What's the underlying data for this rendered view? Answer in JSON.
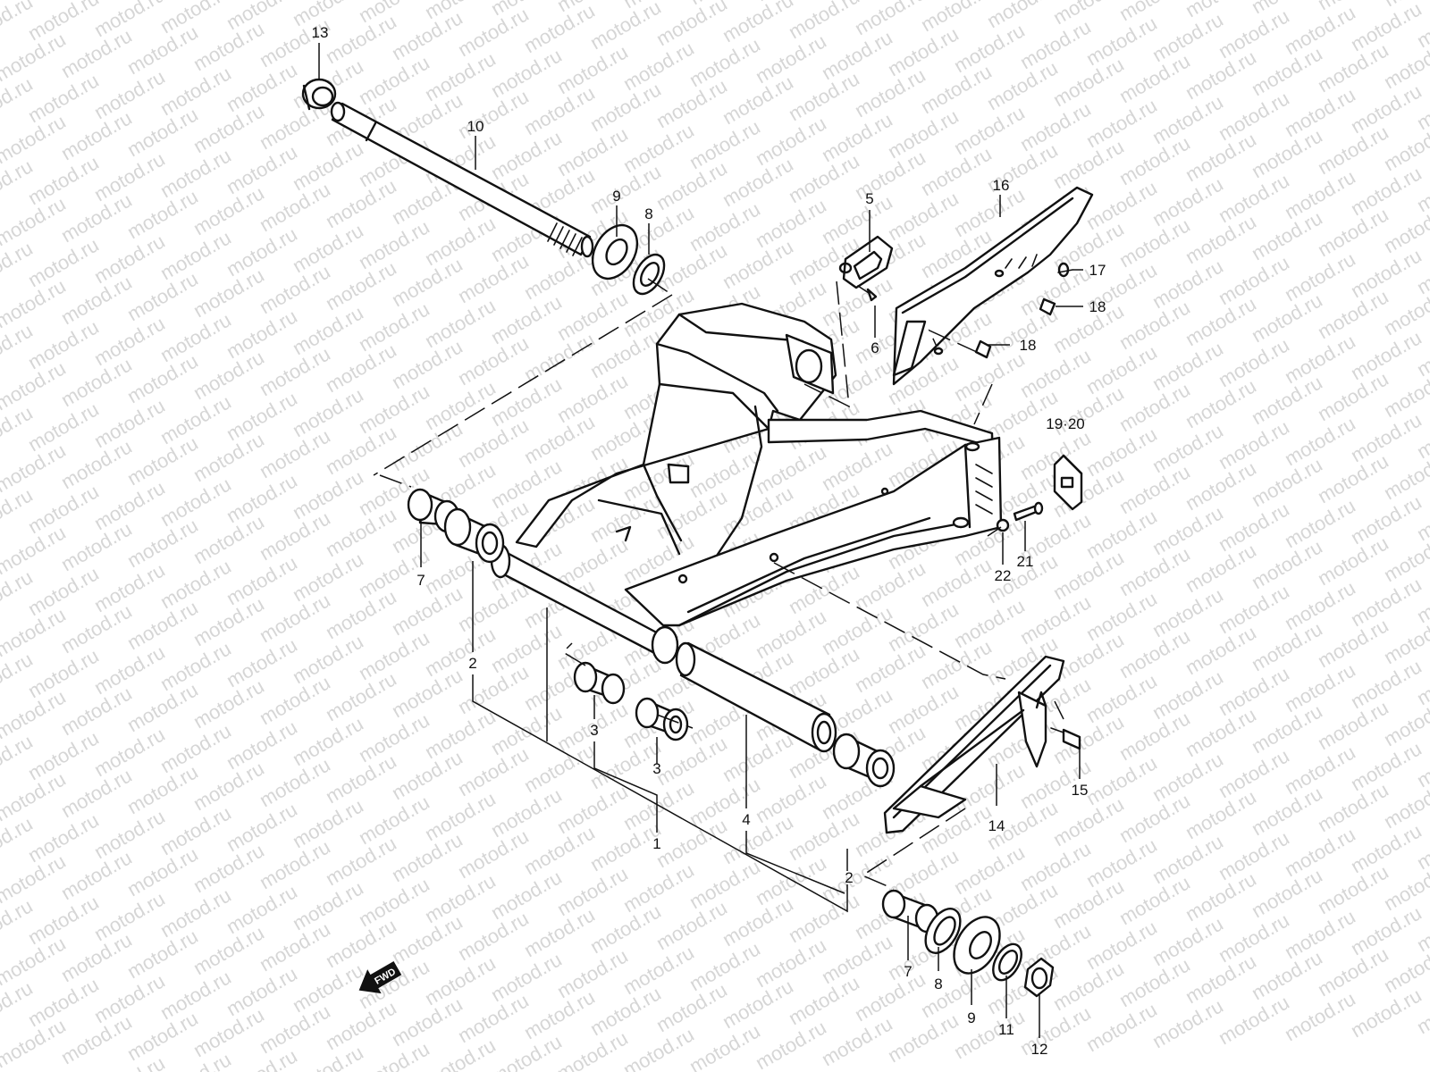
{
  "watermark": "motod.ru",
  "fwd_label": "FWD",
  "callouts": {
    "c1": "1",
    "c2a": "2",
    "c2b": "2",
    "c3a": "3",
    "c3b": "3",
    "c4": "4",
    "c5": "5",
    "c6": "6",
    "c7a": "7",
    "c7b": "7",
    "c8a": "8",
    "c8b": "8",
    "c9a": "9",
    "c9b": "9",
    "c10": "10",
    "c11": "11",
    "c12": "12",
    "c13": "13",
    "c14": "14",
    "c15": "15",
    "c16": "16",
    "c17": "17",
    "c18a": "18",
    "c18b": "18",
    "c1920": "19·20",
    "c21": "21",
    "c22": "22"
  }
}
